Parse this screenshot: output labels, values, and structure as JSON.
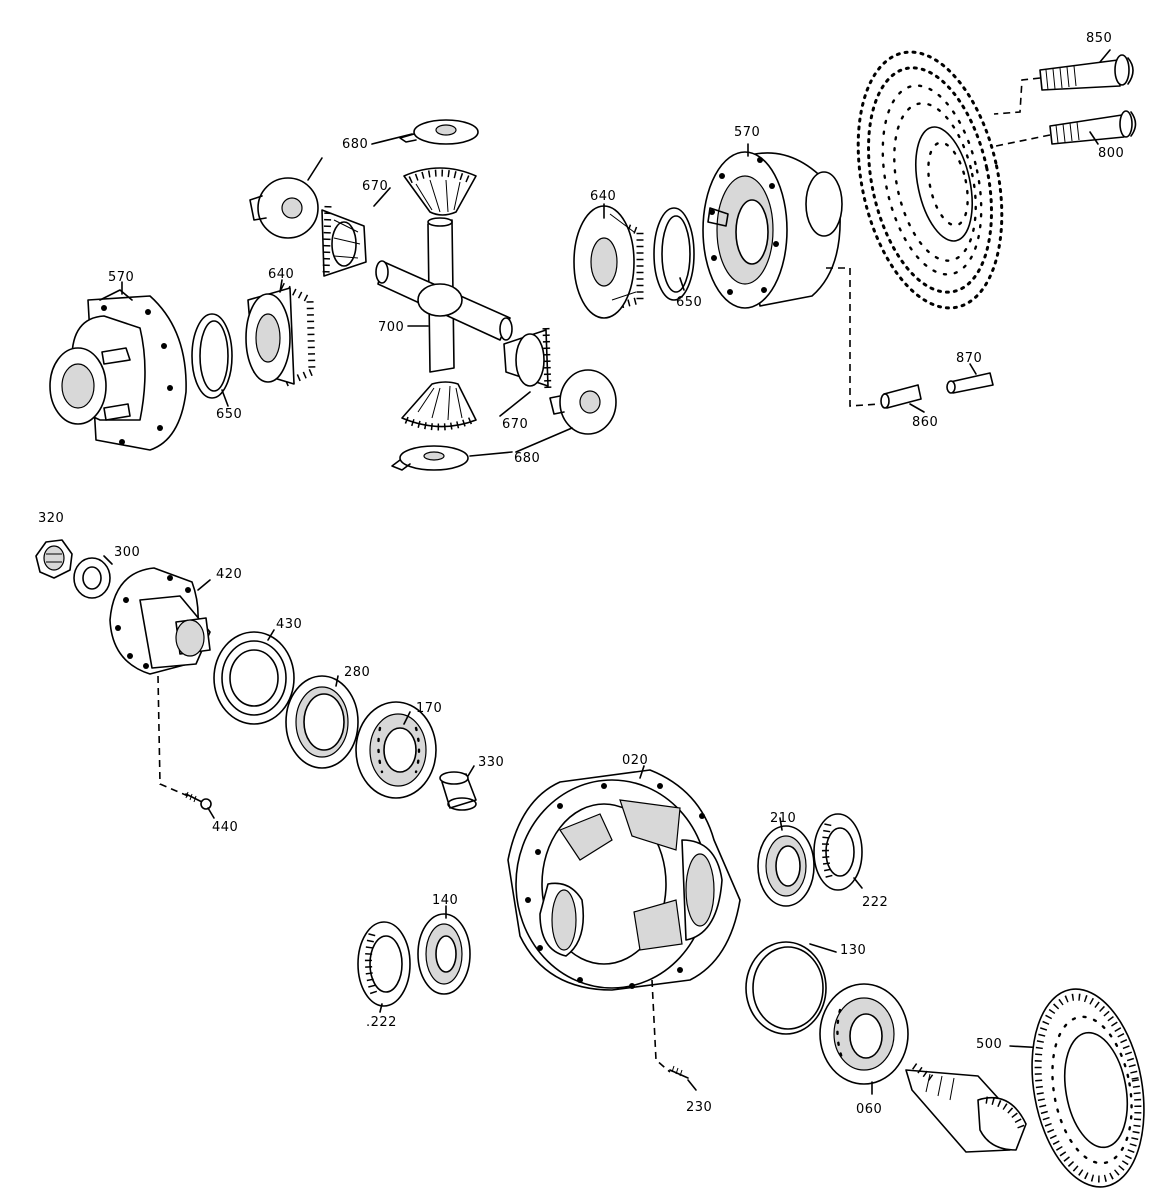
{
  "parts": [
    {
      "id": "850",
      "label": "850"
    },
    {
      "id": "800",
      "label": "800"
    },
    {
      "id": "570-right",
      "label": "570"
    },
    {
      "id": "680-top",
      "label": "680"
    },
    {
      "id": "670-top",
      "label": "670"
    },
    {
      "id": "640-center",
      "label": "640"
    },
    {
      "id": "650-center",
      "label": "650"
    },
    {
      "id": "570-left",
      "label": "570"
    },
    {
      "id": "640-left",
      "label": "640"
    },
    {
      "id": "650-left",
      "label": "650"
    },
    {
      "id": "700",
      "label": "700"
    },
    {
      "id": "670-bottom",
      "label": "670"
    },
    {
      "id": "680-bottom",
      "label": "680"
    },
    {
      "id": "870",
      "label": "870"
    },
    {
      "id": "860",
      "label": "860"
    },
    {
      "id": "320",
      "label": "320"
    },
    {
      "id": "300",
      "label": "300"
    },
    {
      "id": "420",
      "label": "420"
    },
    {
      "id": "430",
      "label": "430"
    },
    {
      "id": "280",
      "label": "280"
    },
    {
      "id": "170",
      "label": "170"
    },
    {
      "id": "330",
      "label": "330"
    },
    {
      "id": "440",
      "label": "440"
    },
    {
      "id": "020",
      "label": "020"
    },
    {
      "id": "210",
      "label": "210"
    },
    {
      "id": "222-right",
      "label": "222"
    },
    {
      "id": "140",
      "label": "140"
    },
    {
      "id": "222-left",
      "label": ".222"
    },
    {
      "id": "130",
      "label": "130"
    },
    {
      "id": "500",
      "label": "500"
    },
    {
      "id": "060",
      "label": "060"
    },
    {
      "id": "230",
      "label": "230"
    }
  ]
}
